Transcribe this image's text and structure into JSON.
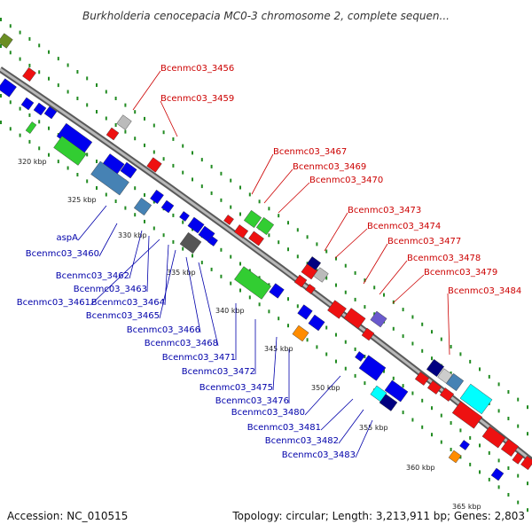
{
  "title": "Burkholderia cenocepacia MC0-3 chromosome 2, complete sequen...",
  "accession": "Accession: NC_010515",
  "topology": "Topology: circular; Length: 3,213,911 bp; Genes: 2,803",
  "colors": {
    "forward_labels": "#cc0000",
    "reverse_labels": "#0000aa",
    "backbone": "#808080",
    "ticks": "#228b22"
  },
  "scale_ticks": [
    "320 kbp",
    "325 kbp",
    "330 kbp",
    "335 kbp",
    "340 kbp",
    "345 kbp",
    "350 kbp",
    "355 kbp",
    "360 kbp",
    "365 kbp"
  ],
  "forward_genes": [
    "Bcenmc03_3456",
    "Bcenmc03_3459",
    "Bcenmc03_3467",
    "Bcenmc03_3469",
    "Bcenmc03_3470",
    "Bcenmc03_3473",
    "Bcenmc03_3474",
    "Bcenmc03_3477",
    "Bcenmc03_3478",
    "Bcenmc03_3479",
    "Bcenmc03_3484"
  ],
  "reverse_genes": [
    "aspA",
    "Bcenmc03_3460",
    "Bcenmc03_3462",
    "Bcenmc03_3463",
    "Bcenmc03_3461",
    "Bcenmc03_3464",
    "Bcenmc03_3465",
    "Bcenmc03_3466",
    "Bcenmc03_3468",
    "Bcenmc03_3471",
    "Bcenmc03_3472",
    "Bcenmc03_3475",
    "Bcenmc03_3476",
    "Bcenmc03_3480",
    "Bcenmc03_3481",
    "Bcenmc03_3482",
    "Bcenmc03_3483"
  ]
}
